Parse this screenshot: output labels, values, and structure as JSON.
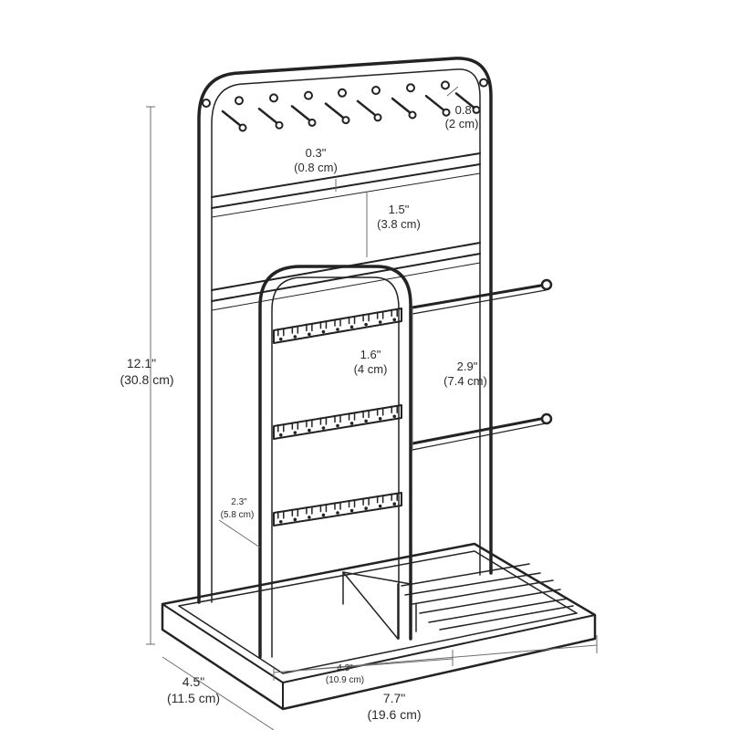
{
  "dimensions": {
    "hook_spacing": {
      "in": "0.8\"",
      "cm": "(2 cm)"
    },
    "rail_thickness": {
      "in": "0.3\"",
      "cm": "(0.8 cm)"
    },
    "rail_gap": {
      "in": "1.5\"",
      "cm": "(3.8 cm)"
    },
    "earring_row_gap": {
      "in": "1.6\"",
      "cm": "(4 cm)"
    },
    "bar_gap": {
      "in": "2.9\"",
      "cm": "(7.4 cm)"
    },
    "lower_offset": {
      "in": "2.3\"",
      "cm": "(5.8 cm)"
    },
    "total_height": {
      "in": "12.1\"",
      "cm": "(30.8 cm)"
    },
    "tray_compartment": {
      "in": "4.3\"",
      "cm": "(10.9 cm)"
    },
    "depth": {
      "in": "4.5\"",
      "cm": "(11.5 cm)"
    },
    "width": {
      "in": "7.7\"",
      "cm": "(19.6 cm)"
    }
  },
  "colors": {
    "line": "#232323",
    "dimension_line": "#6d6d6d",
    "text": "#2b2b2b"
  }
}
